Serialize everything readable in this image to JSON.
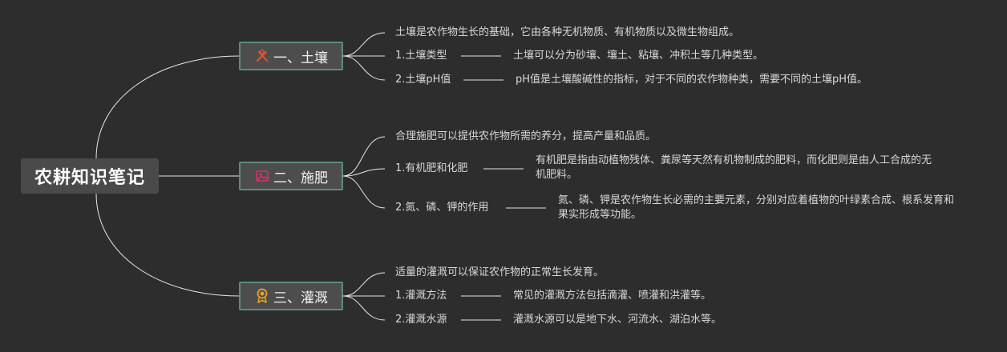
{
  "root": {
    "title": "农耕知识笔记"
  },
  "branches": [
    {
      "label": "一、土壤",
      "icon": "crossed-tools-icon",
      "icon_color": "#e0552b",
      "intro": "土壤是农作物生长的基础，它由各种无机物质、有机物质以及微生物组成。",
      "items": [
        {
          "label": "1.土壤类型",
          "detail": "土壤可以分为砂壤、壤土、粘壤、冲积土等几种类型。"
        },
        {
          "label": "2.土壤pH值",
          "detail": "pH值是土壤酸碱性的指标，对于不同的农作物种类，需要不同的土壤pH值。"
        }
      ]
    },
    {
      "label": "二、施肥",
      "icon": "landscape-photo-icon",
      "icon_color": "#d6336c",
      "intro": "合理施肥可以提供农作物所需的养分，提高产量和品质。",
      "items": [
        {
          "label": "1.有机肥和化肥",
          "detail": "有机肥是指由动植物残体、粪尿等天然有机物制成的肥料，而化肥则是由人工合成的无机肥料。"
        },
        {
          "label": "2.氮、磷、钾的作用",
          "detail": "氮、磷、钾是农作物生长必需的主要元素，分别对应着植物的叶绿素合成、根系发育和果实形成等功能。"
        }
      ]
    },
    {
      "label": "三、灌溉",
      "icon": "award-badge-icon",
      "icon_color": "#e8a21c",
      "intro": "适量的灌溉可以保证农作物的正常生长发育。",
      "items": [
        {
          "label": "1.灌溉方法",
          "detail": "常见的灌溉方法包括滴灌、喷灌和洪灌等。"
        },
        {
          "label": "2.灌溉水源",
          "detail": "灌溉水源可以是地下水、河流水、湖泊水等。"
        }
      ]
    }
  ],
  "colors": {
    "background": "#2d2d2d",
    "connector": "#e8e8e8",
    "branch_border": "#5f8a80"
  }
}
